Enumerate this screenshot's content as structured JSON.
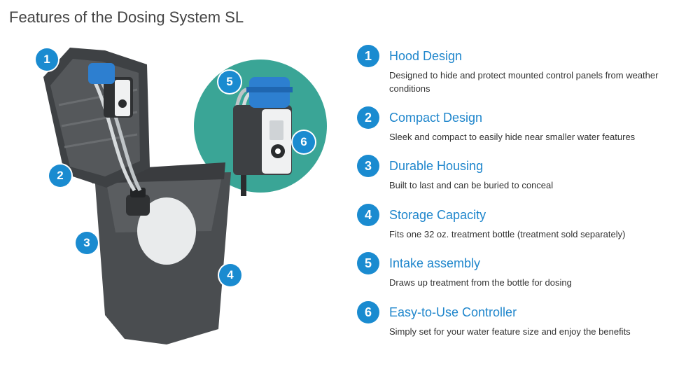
{
  "page": {
    "title": "Features of the Dosing System SL"
  },
  "colors": {
    "accent": "#1a8bd0",
    "title_text": "#1f86cc",
    "body_text": "#333333",
    "housing": "#4a4d50",
    "teal_circle": "#3aa596",
    "pump_blue": "#2d7fd0"
  },
  "features": [
    {
      "number": "1",
      "title": "Hood Design",
      "description": "Designed to hide and protect mounted control panels from weather conditions"
    },
    {
      "number": "2",
      "title": "Compact Design",
      "description": "Sleek and compact to easily hide near smaller water features"
    },
    {
      "number": "3",
      "title": "Durable Housing",
      "description": "Built to last and can be buried to conceal"
    },
    {
      "number": "4",
      "title": "Storage Capacity",
      "description": "Fits one 32 oz. treatment bottle (treatment sold separately)"
    },
    {
      "number": "5",
      "title": "Intake assembly",
      "description": "Draws up treatment from the bottle for dosing"
    },
    {
      "number": "6",
      "title": "Easy-to-Use Controller",
      "description": "Simply set for your water feature size and enjoy the benefits"
    }
  ],
  "illustration": {
    "callouts": [
      "1",
      "2",
      "3",
      "4",
      "5",
      "6"
    ],
    "icons": [
      "gear-icon"
    ]
  }
}
